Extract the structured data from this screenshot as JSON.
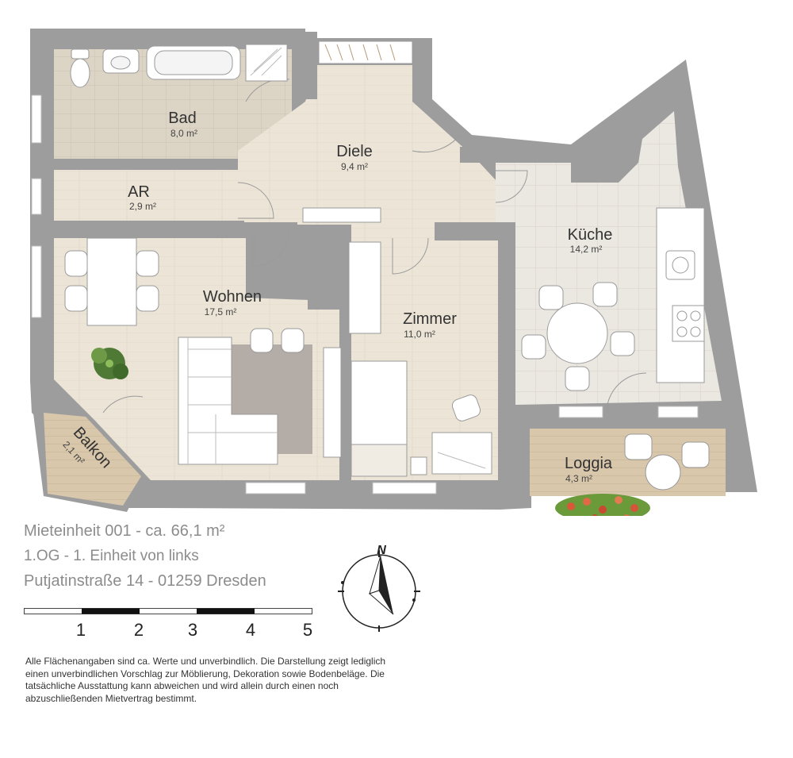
{
  "rooms": [
    {
      "id": "bad",
      "name": "Bad",
      "area": "8,0 m²"
    },
    {
      "id": "diele",
      "name": "Diele",
      "area": "9,4 m²"
    },
    {
      "id": "ar",
      "name": "AR",
      "area": "2,9 m²"
    },
    {
      "id": "kueche",
      "name": "Küche",
      "area": "14,2 m²"
    },
    {
      "id": "wohnen",
      "name": "Wohnen",
      "area": "17,5 m²"
    },
    {
      "id": "zimmer",
      "name": "Zimmer",
      "area": "11,0 m²"
    },
    {
      "id": "balkon",
      "name": "Balkon",
      "area": "2,1 m²"
    },
    {
      "id": "loggia",
      "name": "Loggia",
      "area": "4,3 m²"
    }
  ],
  "info": {
    "title": "Mieteinheit 001 - ca. 66,1 m²",
    "floor": "1.OG - 1. Einheit von links",
    "address": "Putjatinstraße 14 - 01259 Dresden"
  },
  "scale": [
    "1",
    "2",
    "3",
    "4",
    "5"
  ],
  "compass": {
    "north_label": "N",
    "icon": "north-arrow-icon"
  },
  "disclaimer": "Alle Flächenangaben sind ca. Werte und unverbindlich. Die Darstellung zeigt lediglich einen unverbindlichen Vorschlag zur Möblierung, Dekoration sowie Bodenbeläge. Die tatsächliche  Ausstattung kann abweichen und wird allein durch einen noch abzuschließenden Mietvertrag bestimmt.",
  "colors": {
    "wall": "#9d9d9e",
    "floor_wood": "#ece5d7",
    "floor_tile": "#ebe8e2",
    "deck": "#d9c8ad",
    "rug": "#b4aca6"
  }
}
